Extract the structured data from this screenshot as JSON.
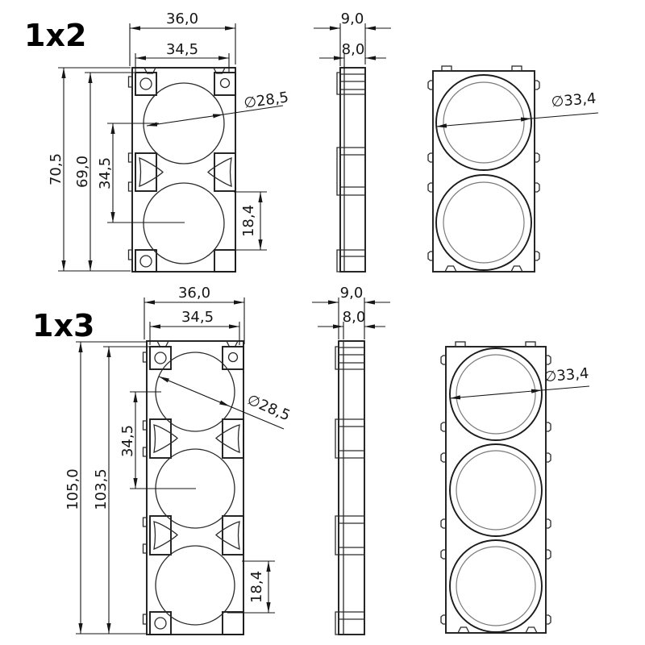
{
  "drawing": {
    "background": "#ffffff",
    "colors": {
      "outline": "#1c1c1c",
      "dimension": "#161616",
      "secondary": "#7a7a7a"
    }
  },
  "variants": [
    {
      "label": "1x2",
      "front": {
        "overall_width": "36,0",
        "body_width": "34,5",
        "overall_height": "70,5",
        "body_height": "69,0",
        "cell_pitch": "34,5",
        "cell_diameter": "∅28,5",
        "bottom_offset": "18,4"
      },
      "side": {
        "overall_thickness": "9,0",
        "body_thickness": "8,0"
      },
      "back": {
        "opening_diameter": "∅33,4"
      }
    },
    {
      "label": "1x3",
      "front": {
        "overall_width": "36,0",
        "body_width": "34,5",
        "overall_height": "105,0",
        "body_height": "103,5",
        "cell_pitch": "34,5",
        "cell_diameter": "∅28,5",
        "bottom_offset": "18,4"
      },
      "side": {
        "overall_thickness": "9,0",
        "body_thickness": "8,0"
      },
      "back": {
        "opening_diameter": "∅33,4"
      }
    }
  ]
}
